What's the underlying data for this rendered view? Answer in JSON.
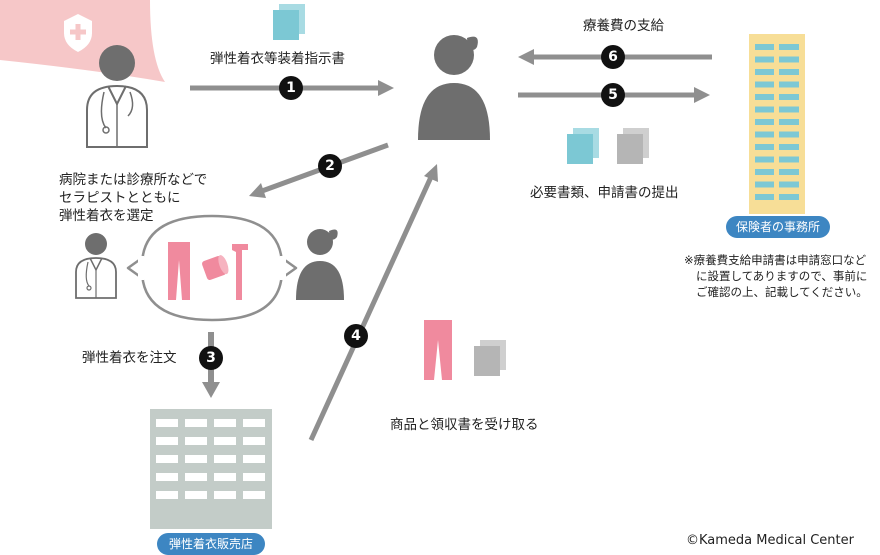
{
  "labels": {
    "instruction": "弾性着衣等装着指示書",
    "select_line1": "病院または診療所などで",
    "select_line2": "セラピストとともに",
    "select_line3": "弾性着衣を選定",
    "order": "弾性着衣を注文",
    "receive": "商品と領収書を受け取る",
    "submit": "必要書類、申請書の提出",
    "payment": "療養費の支給",
    "insurer": "保険者の事務所",
    "shop": "弾性着衣販売店",
    "note_line1": "※療養費支給申請書は申請窓口など",
    "note_line2": "に設置してありますので、事前に",
    "note_line3": "ご確認の上、記載してください。",
    "copyright": "©Kameda Medical Center"
  },
  "steps": [
    "1",
    "2",
    "3",
    "4",
    "5",
    "6"
  ],
  "colors": {
    "person": "#6e6e6e",
    "arrow": "#8f8f8f",
    "document_blue": "#7cc8d4",
    "document_gray": "#b5b5b5",
    "garment_pink": "#f08a9e",
    "banner_pink": "#f6c7c8",
    "insurer_building": "#f7de97",
    "insurer_windows": "#7cc8d4",
    "shop_building": "#c3ccc8",
    "badge_blue": "#3d86c2"
  }
}
